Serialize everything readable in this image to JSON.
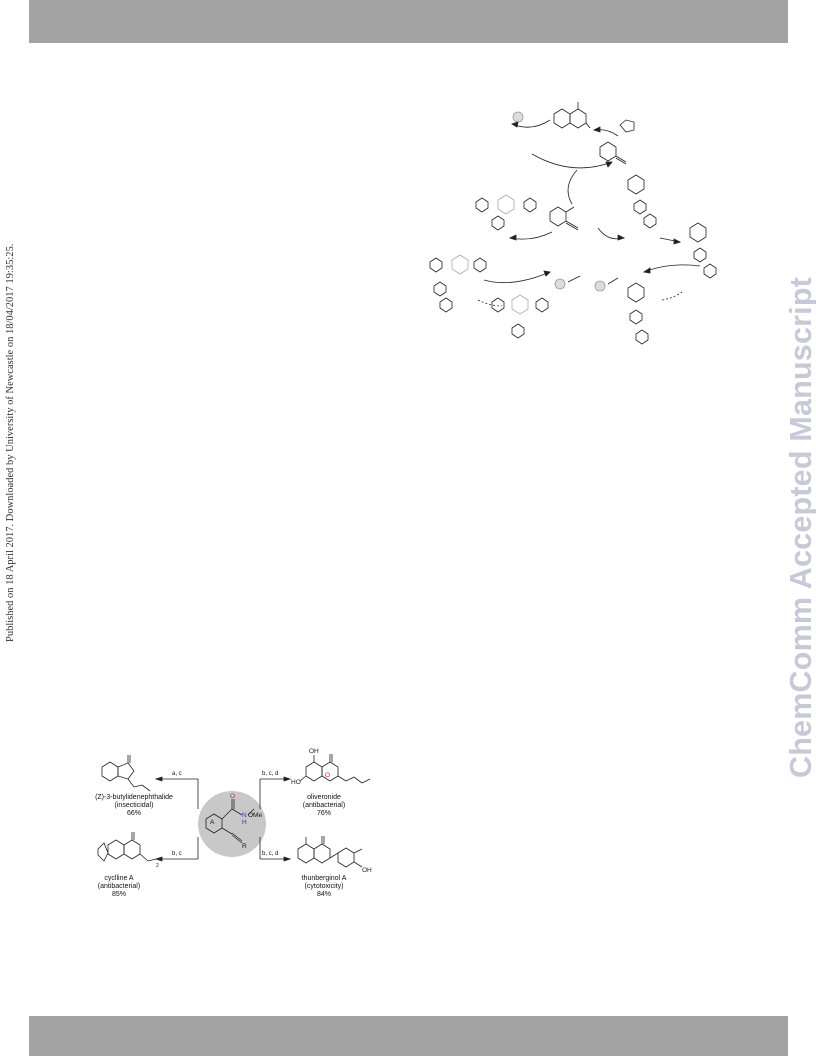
{
  "header_bar": {
    "color": "#a3a3a3"
  },
  "footer_bar": {
    "color": "#a3a3a3"
  },
  "side_note": "Published on 18 April 2017. Downloaded by University of Newcastle on 18/04/2017 19:35:25.",
  "watermark": {
    "text": "ChemComm Accepted Manuscript",
    "color": "#c7c9d6"
  },
  "scheme_bottom": {
    "products": [
      {
        "name": "(Z)-3-butylidenephthalide",
        "activity": "(insecticidal)",
        "yield": "66%",
        "conditions": "a, c"
      },
      {
        "name": "cyclline A",
        "activity": "(antibacterial)",
        "yield": "85%",
        "conditions": "b, c"
      },
      {
        "name": "oliveronide",
        "activity": "(antibacterial)",
        "yield": "76%",
        "conditions": "b, c, d"
      },
      {
        "name": "thunberginol A",
        "activity": "(cytotoxicity)",
        "yield": "84%",
        "conditions": "b, c, d"
      }
    ],
    "center_labels": {
      "ring": "A",
      "carbonyl": "O",
      "nh": "N",
      "h": "H",
      "ome": "OMe",
      "r": "R"
    },
    "atom_labels": {
      "oh": "OH",
      "ho": "HO",
      "o": "O",
      "oh_right": "OH",
      "sub2": "2"
    },
    "colors": {
      "highlight": "#c8c8c8",
      "oxygen": "#d42020",
      "nitrogen": "#2040c8"
    }
  }
}
